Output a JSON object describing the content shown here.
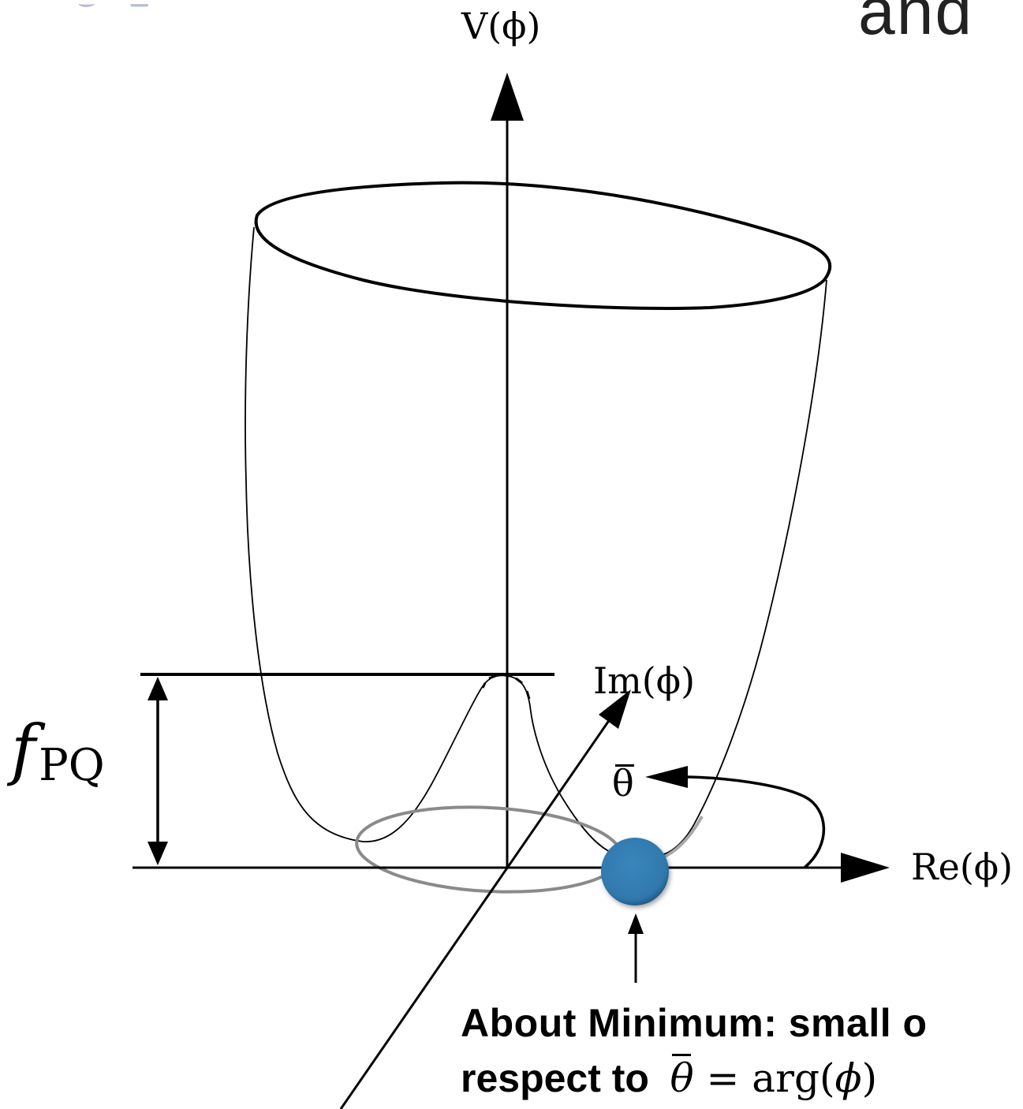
{
  "slide": {
    "title_fragment": "and",
    "logo_text": "",
    "colors": {
      "ink": "#000000",
      "ring": "#8a8a8a",
      "ball": "#2f78ad",
      "ball_shadow": "#1c4f75"
    }
  },
  "diagram": {
    "axis_v": "V(ϕ)",
    "axis_re": "Re(ϕ)",
    "axis_im": "Im(ϕ)",
    "height_symbol": "f",
    "height_subscript": "PQ",
    "angle_label": "θ",
    "caption_line1": "About Minimum: small o",
    "caption_line2_text": "respect to",
    "caption_line2_math_lhs": "θ",
    "caption_line2_math_eq": " = arg(",
    "caption_line2_math_phi": "ϕ",
    "caption_line2_math_close": ")"
  }
}
